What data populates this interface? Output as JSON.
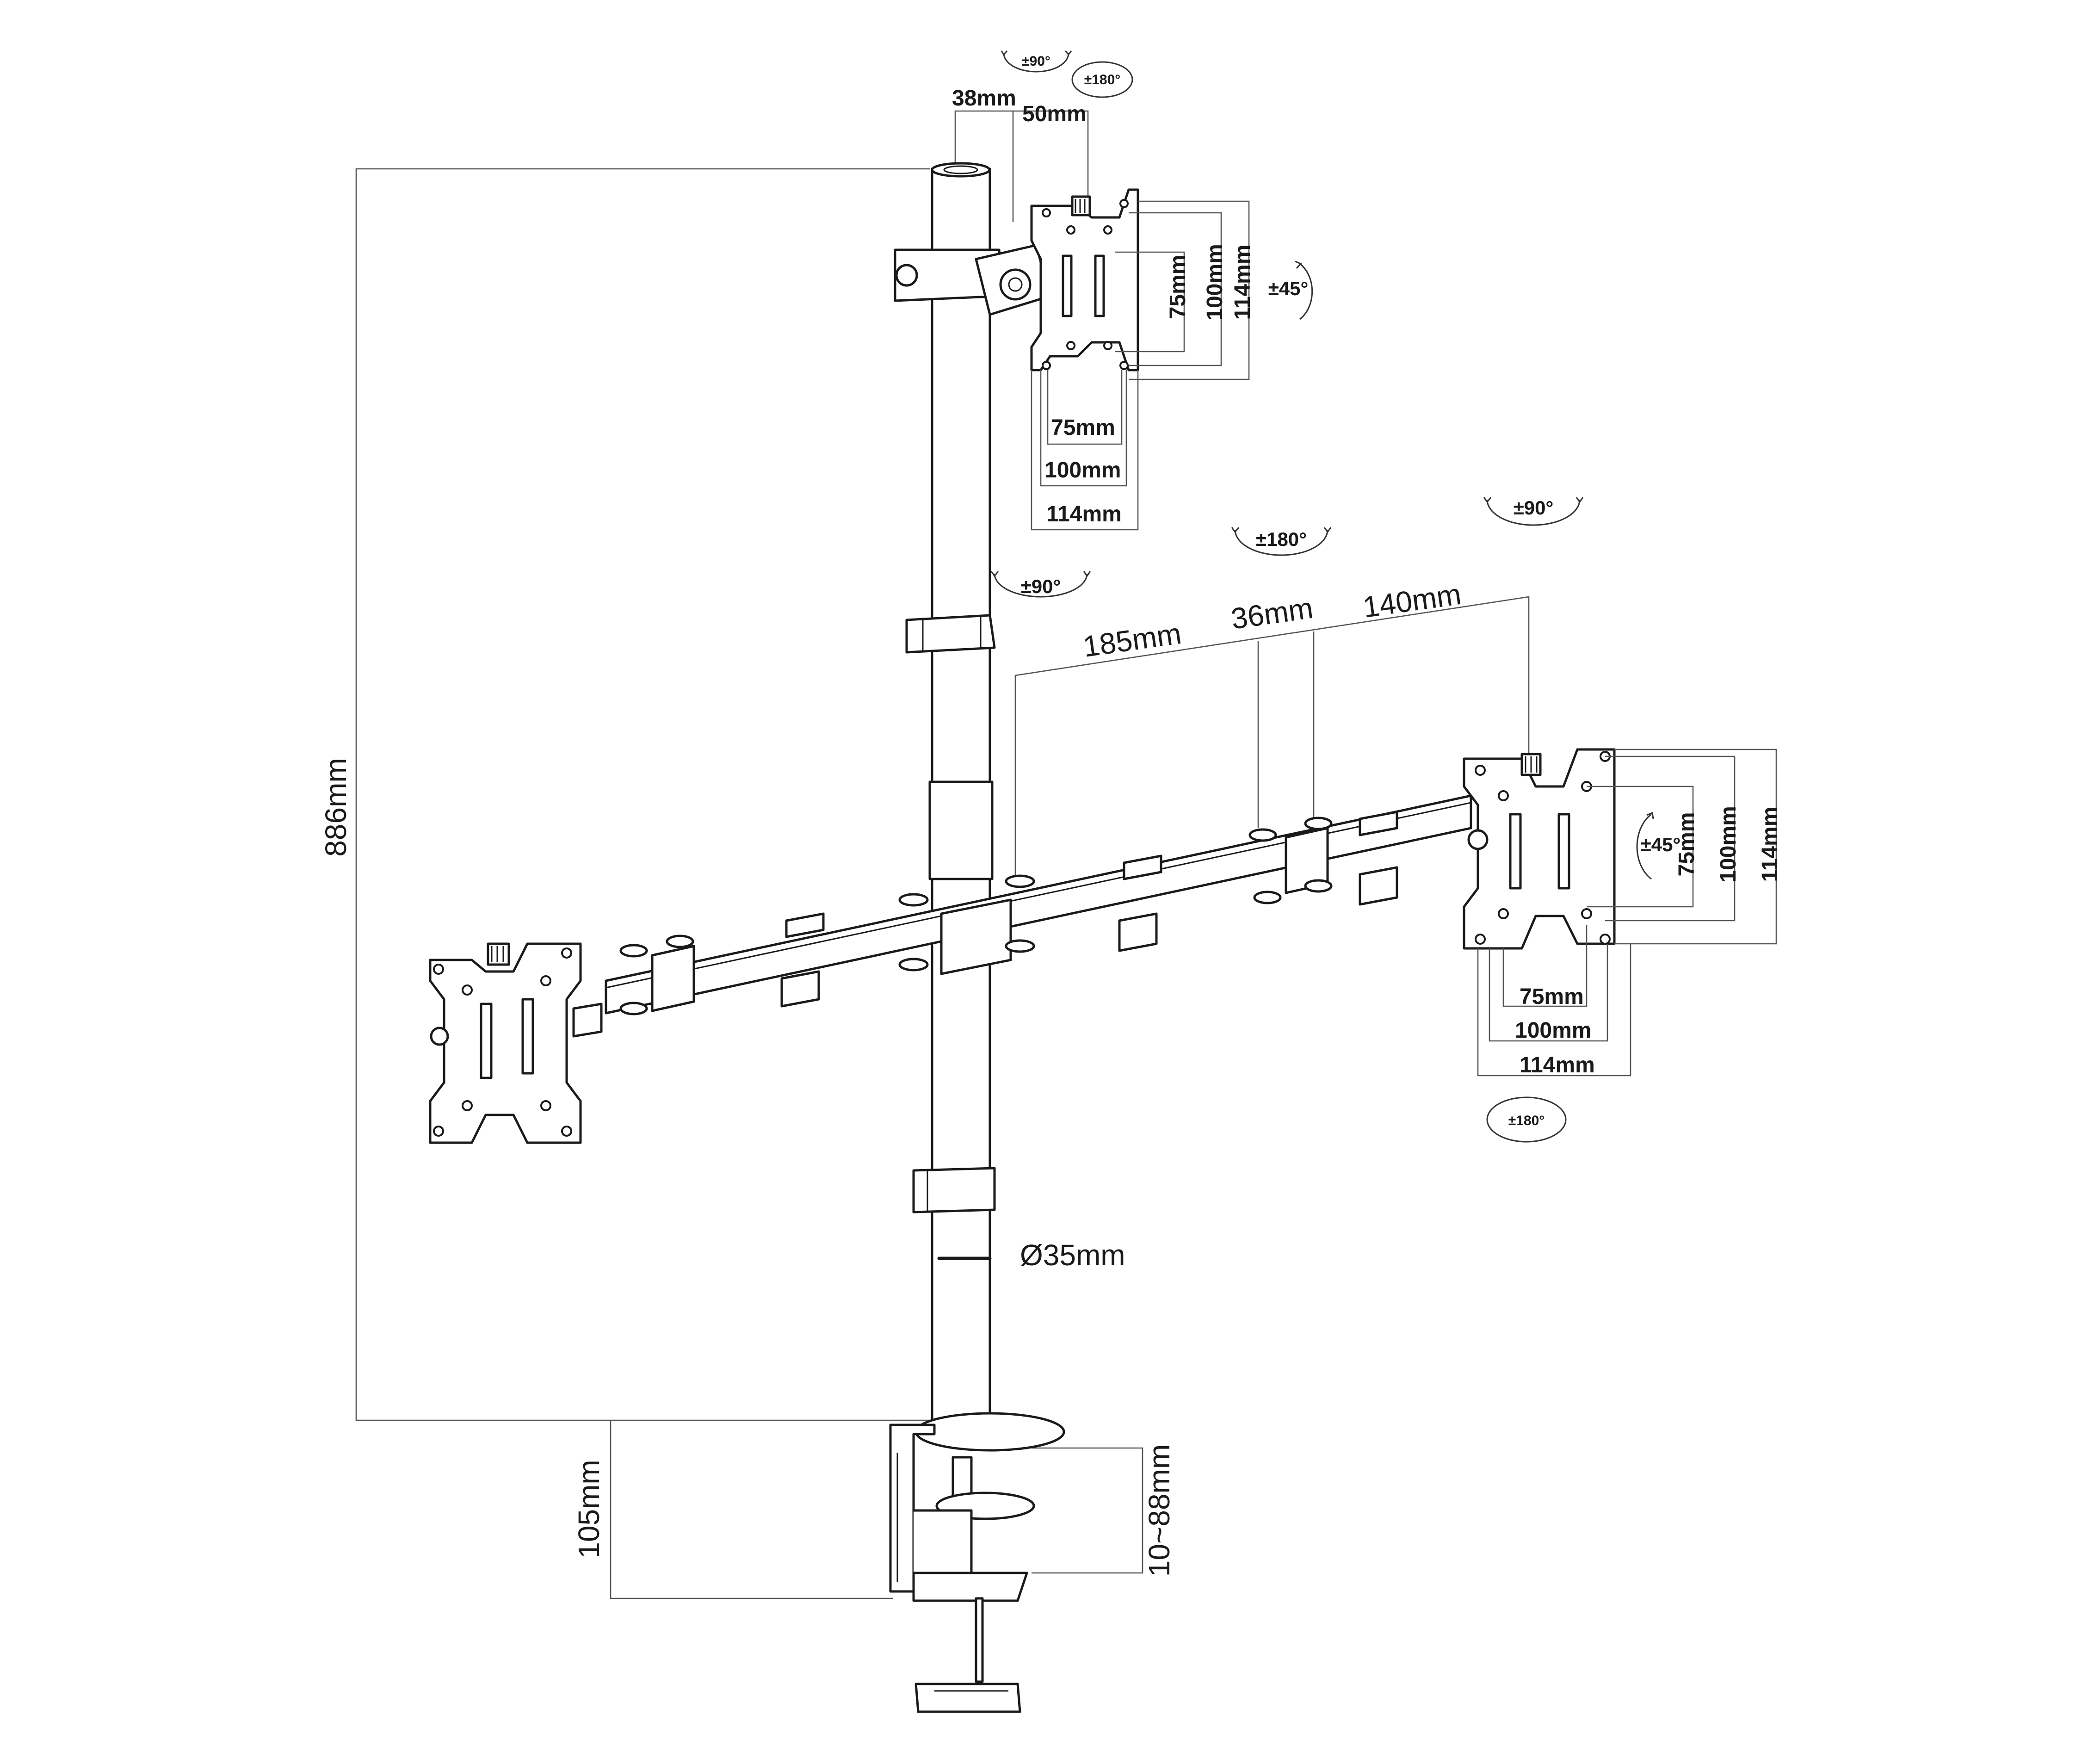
{
  "diagram": {
    "colors": {
      "line": "#1a1a1a",
      "dimension": "#555555",
      "background": "#ffffff"
    },
    "dimensions": {
      "total_height": "886mm",
      "clamp_height": "105mm",
      "clamp_range": "10~88mm",
      "pole_diameter": "Ø35mm",
      "arm_185": "185mm",
      "arm_36": "36mm",
      "arm_140": "140mm",
      "top_38": "38mm",
      "top_50": "50mm"
    },
    "top_plate": {
      "v75": "75mm",
      "v100": "100mm",
      "v114": "114mm",
      "h75": "75mm",
      "h100": "100mm",
      "h114": "114mm"
    },
    "right_plate": {
      "v75": "75mm",
      "v100": "100mm",
      "v114": "114mm",
      "h75": "75mm",
      "h100": "100mm",
      "h114": "114mm"
    },
    "rotations": {
      "top_tilt": "±90°",
      "top_swivel": "±180°",
      "top_rotate": "±45°",
      "pole_swivel": "±90°",
      "arm_swivel": "±180°",
      "head_tilt": "±90°",
      "right_rotate": "±45°",
      "head_swivel": "±180°"
    }
  }
}
